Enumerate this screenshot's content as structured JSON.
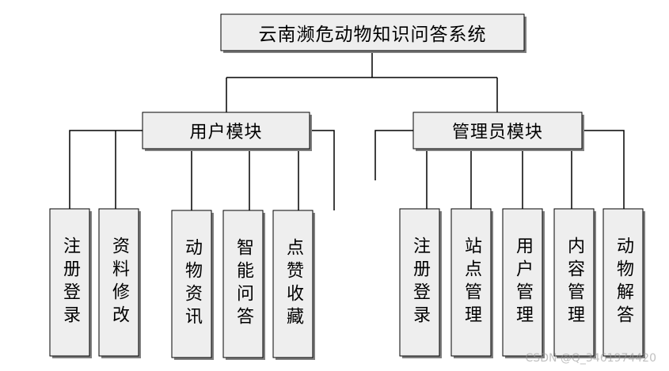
{
  "title": "云南濒危动物知识问答系统",
  "modules": [
    {
      "label": "用户模块",
      "children": [
        "注册登录",
        "资料修改",
        "动物资讯",
        "智能问答",
        "点赞收藏"
      ]
    },
    {
      "label": "管理员模块",
      "children": [
        "注册登录",
        "站点管理",
        "用户管理",
        "内容管理",
        "动物解答"
      ]
    }
  ],
  "watermark": "CSDN @Q_3461974420",
  "colors": {
    "box_fill": "#eeeeee",
    "box_shadow": "#7f7f7f",
    "stroke": "#000000"
  }
}
